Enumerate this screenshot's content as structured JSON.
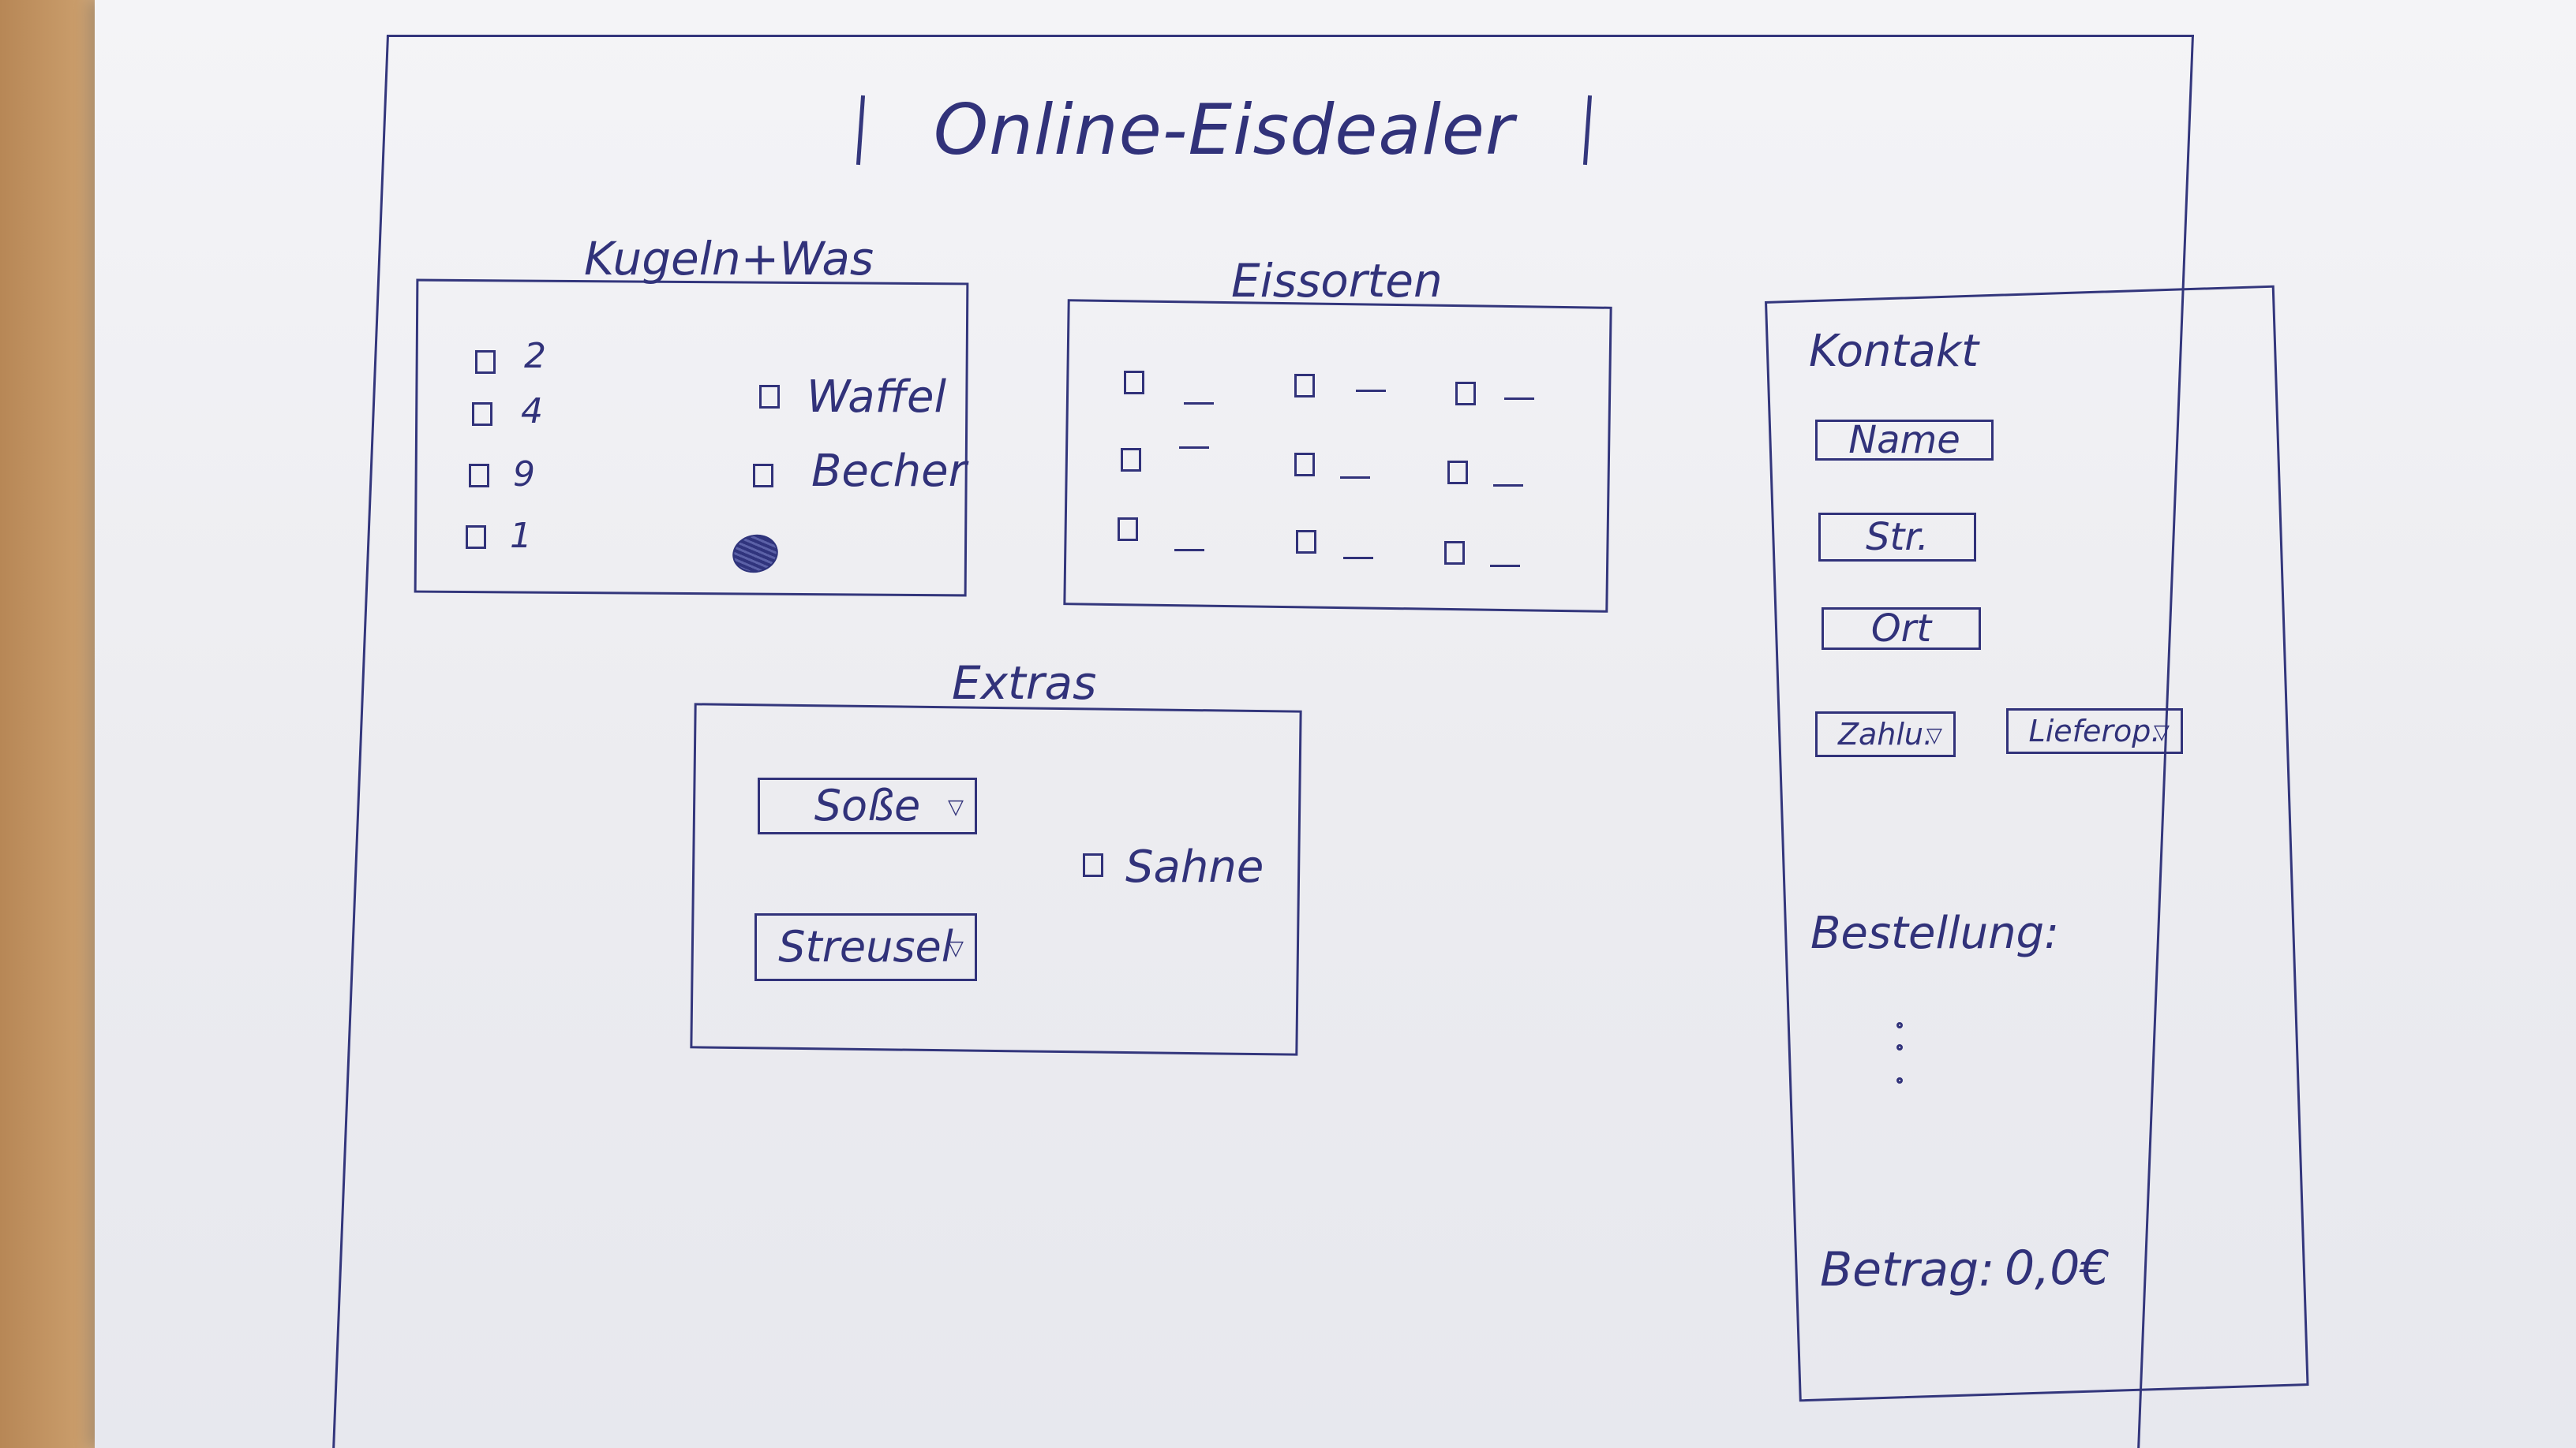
{
  "header": {
    "title": "Online-Eisdealer"
  },
  "kugeln": {
    "label": "Kugeln+Was",
    "options_left": [
      {
        "label": "2"
      },
      {
        "label": "4"
      },
      {
        "label": "9"
      },
      {
        "label": "1"
      }
    ],
    "options_right": [
      {
        "label": "Waffel"
      },
      {
        "label": "Becher"
      }
    ]
  },
  "eissorten": {
    "label": "Eissorten",
    "cells": [
      {
        "label": "—"
      },
      {
        "label": "—"
      },
      {
        "label": "—"
      },
      {
        "label": "—"
      },
      {
        "label": "—"
      },
      {
        "label": "—"
      },
      {
        "label": "—"
      },
      {
        "label": "—"
      },
      {
        "label": "—"
      }
    ]
  },
  "extras": {
    "label": "Extras",
    "sauce_dropdown": "Soße",
    "sprinkles_dropdown": "Streusel",
    "cream_label": "Sahne"
  },
  "kontakt": {
    "label": "Kontakt",
    "name_field": "Name",
    "street_field": "Str.",
    "city_field": "Ort",
    "payment_dropdown": "Zahlu.",
    "delivery_dropdown": "Lieferop.",
    "order_label": "Bestellung:",
    "amount_label": "Betrag:",
    "amount_value": "0,0€"
  },
  "icons": {
    "dropdown_arrow": "chevron-down-icon",
    "selected_mark": "selected-indicator-icon"
  }
}
